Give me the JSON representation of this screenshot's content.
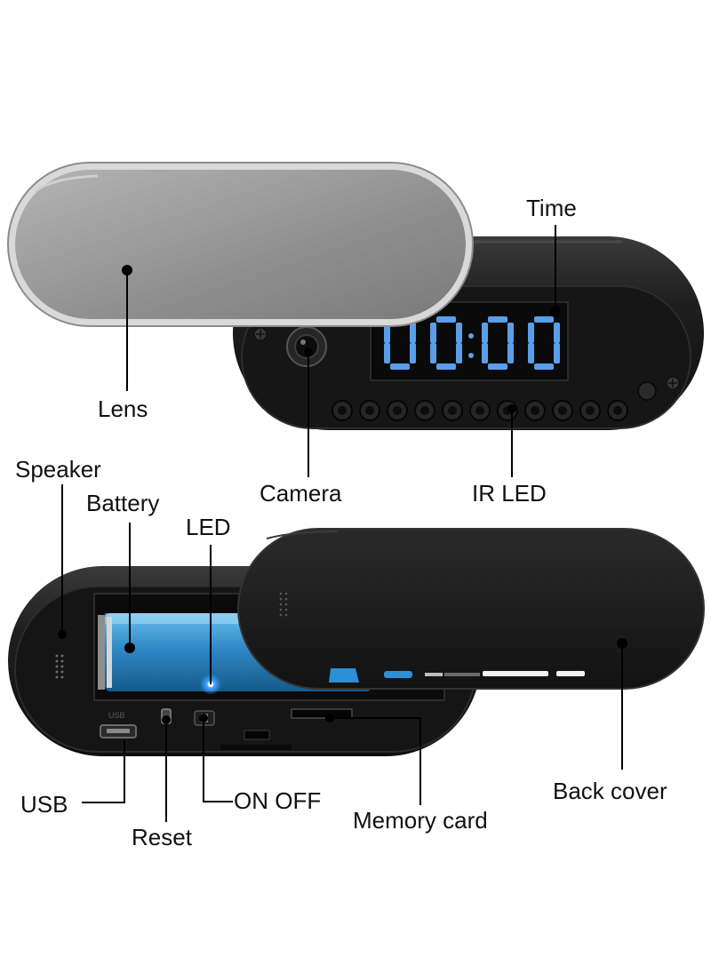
{
  "clock": {
    "display_time": "0000",
    "digit_color": "#5b9ee8",
    "body_color": "#1b1b1b",
    "lens_color": "#9a9a9a"
  },
  "interior": {
    "battery_color": "#2f88c5",
    "led_color": "#3aa0ff",
    "usb_port_text": "USB"
  },
  "labels": {
    "time": "Time",
    "lens": "Lens",
    "camera": "Camera",
    "ir_led": "IR LED",
    "speaker": "Speaker",
    "battery": "Battery",
    "led": "LED",
    "usb": "USB",
    "reset": "Reset",
    "on_off": "ON OFF",
    "memory_card": "Memory card",
    "back_cover": "Back cover"
  }
}
